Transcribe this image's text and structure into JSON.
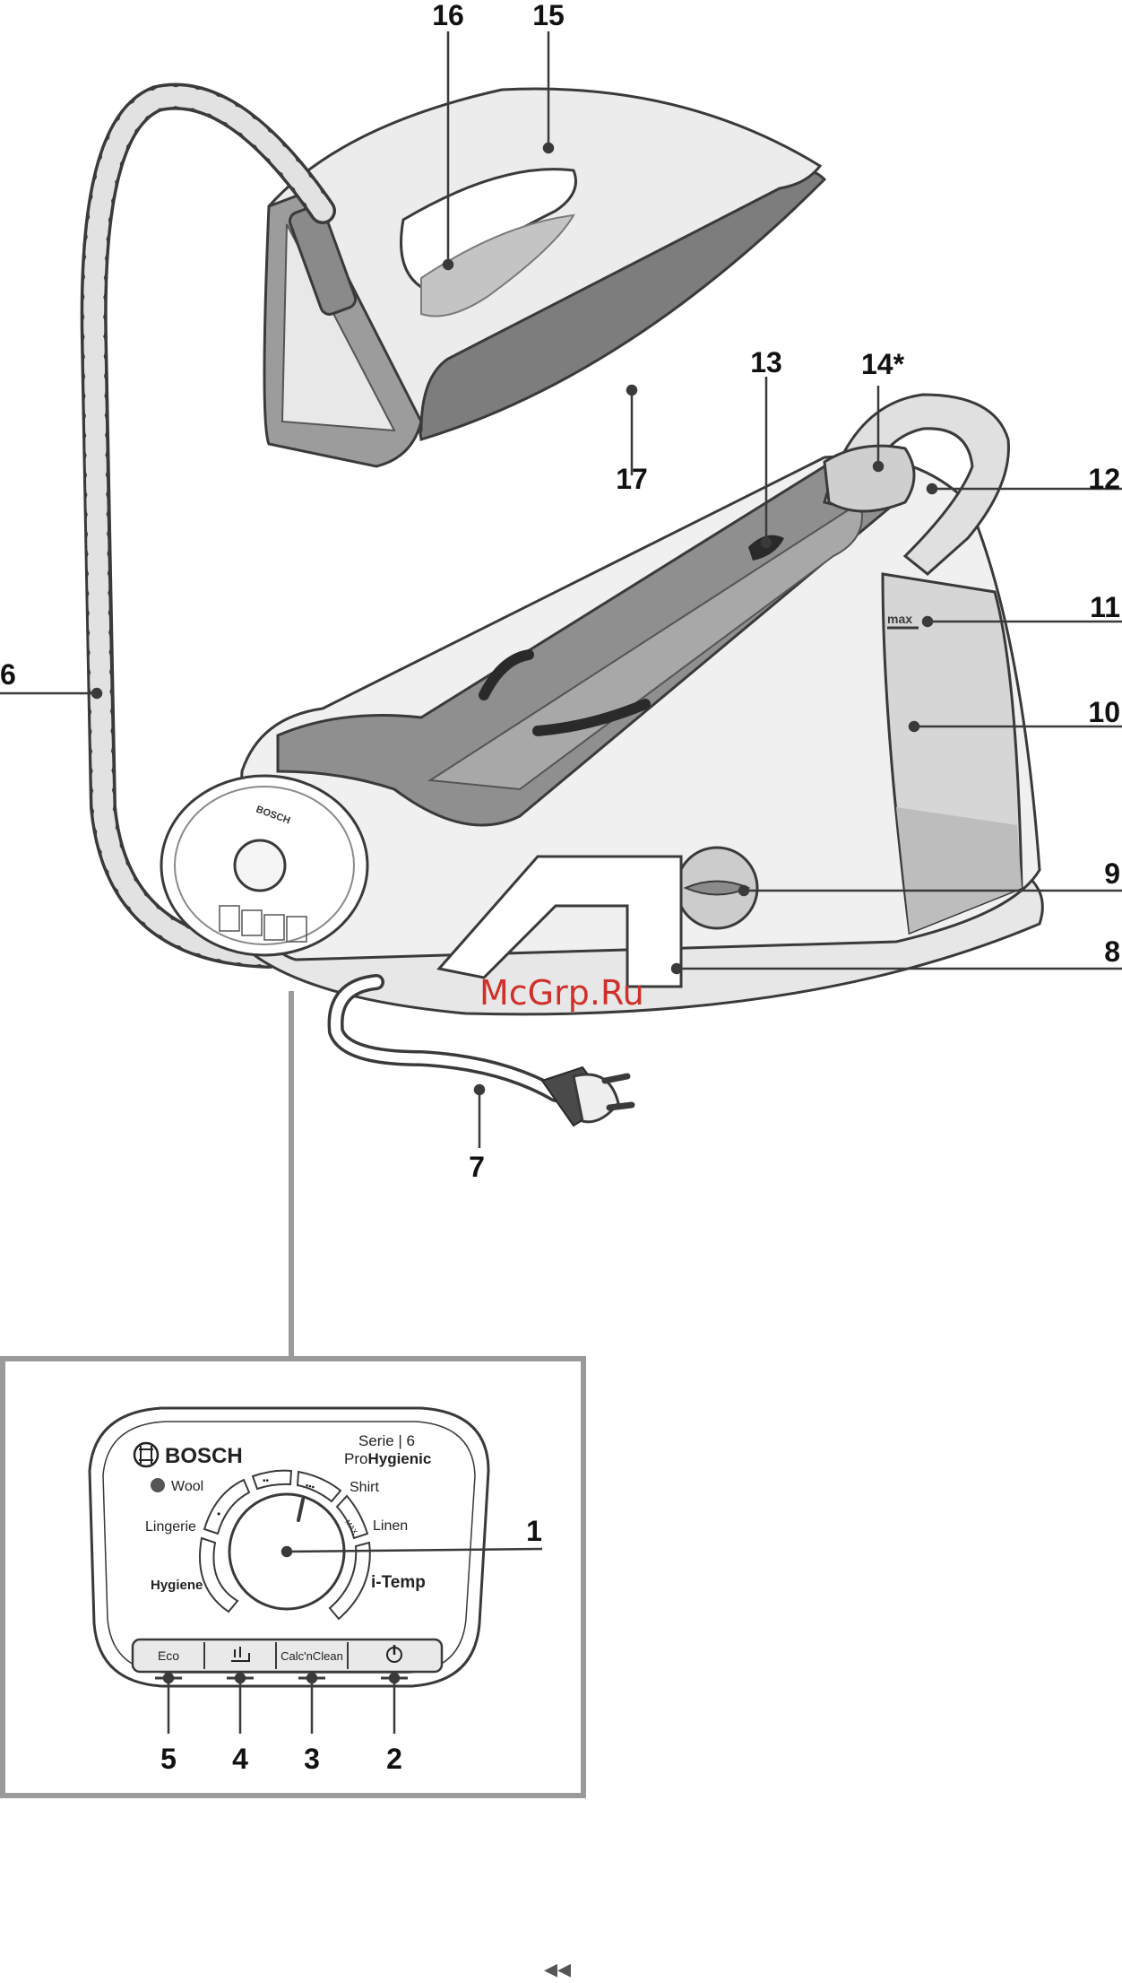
{
  "callouts": {
    "c1": "1",
    "c2": "2",
    "c3": "3",
    "c4": "4",
    "c5": "5",
    "c6": "6",
    "c7": "7",
    "c8": "8",
    "c9": "9",
    "c10": "10",
    "c11": "11",
    "c12": "12",
    "c13": "13",
    "c14": "14*",
    "c15": "15",
    "c16": "16",
    "c17": "17"
  },
  "base_labels": {
    "max_mark": "max",
    "brand_small": "BOSCH"
  },
  "panel": {
    "brand": "BOSCH",
    "series": "Serie | 6",
    "model_prefix": "Pro",
    "model_bold": "Hygienic",
    "settings": {
      "wool": "Wool",
      "lingerie": "Lingerie",
      "hygiene": "Hygiene",
      "shirt": "Shirt",
      "linen": "Linen",
      "itemp": "i-Temp",
      "dots_two": "••",
      "dots_three": "•••",
      "dot_one": "•",
      "max": "MAX"
    },
    "buttons": {
      "eco": "Eco",
      "calc": "Calc'nClean"
    }
  },
  "watermark": "McGrp.Ru",
  "nav_symbol": "◂◂",
  "colors": {
    "outline": "#3a3a3a",
    "dark_grey": "#8a8a8a",
    "mid_grey": "#b4b4b4",
    "light_grey": "#e4e4e4",
    "frame": "#9a9a9a",
    "watermark": "#d0302a"
  }
}
